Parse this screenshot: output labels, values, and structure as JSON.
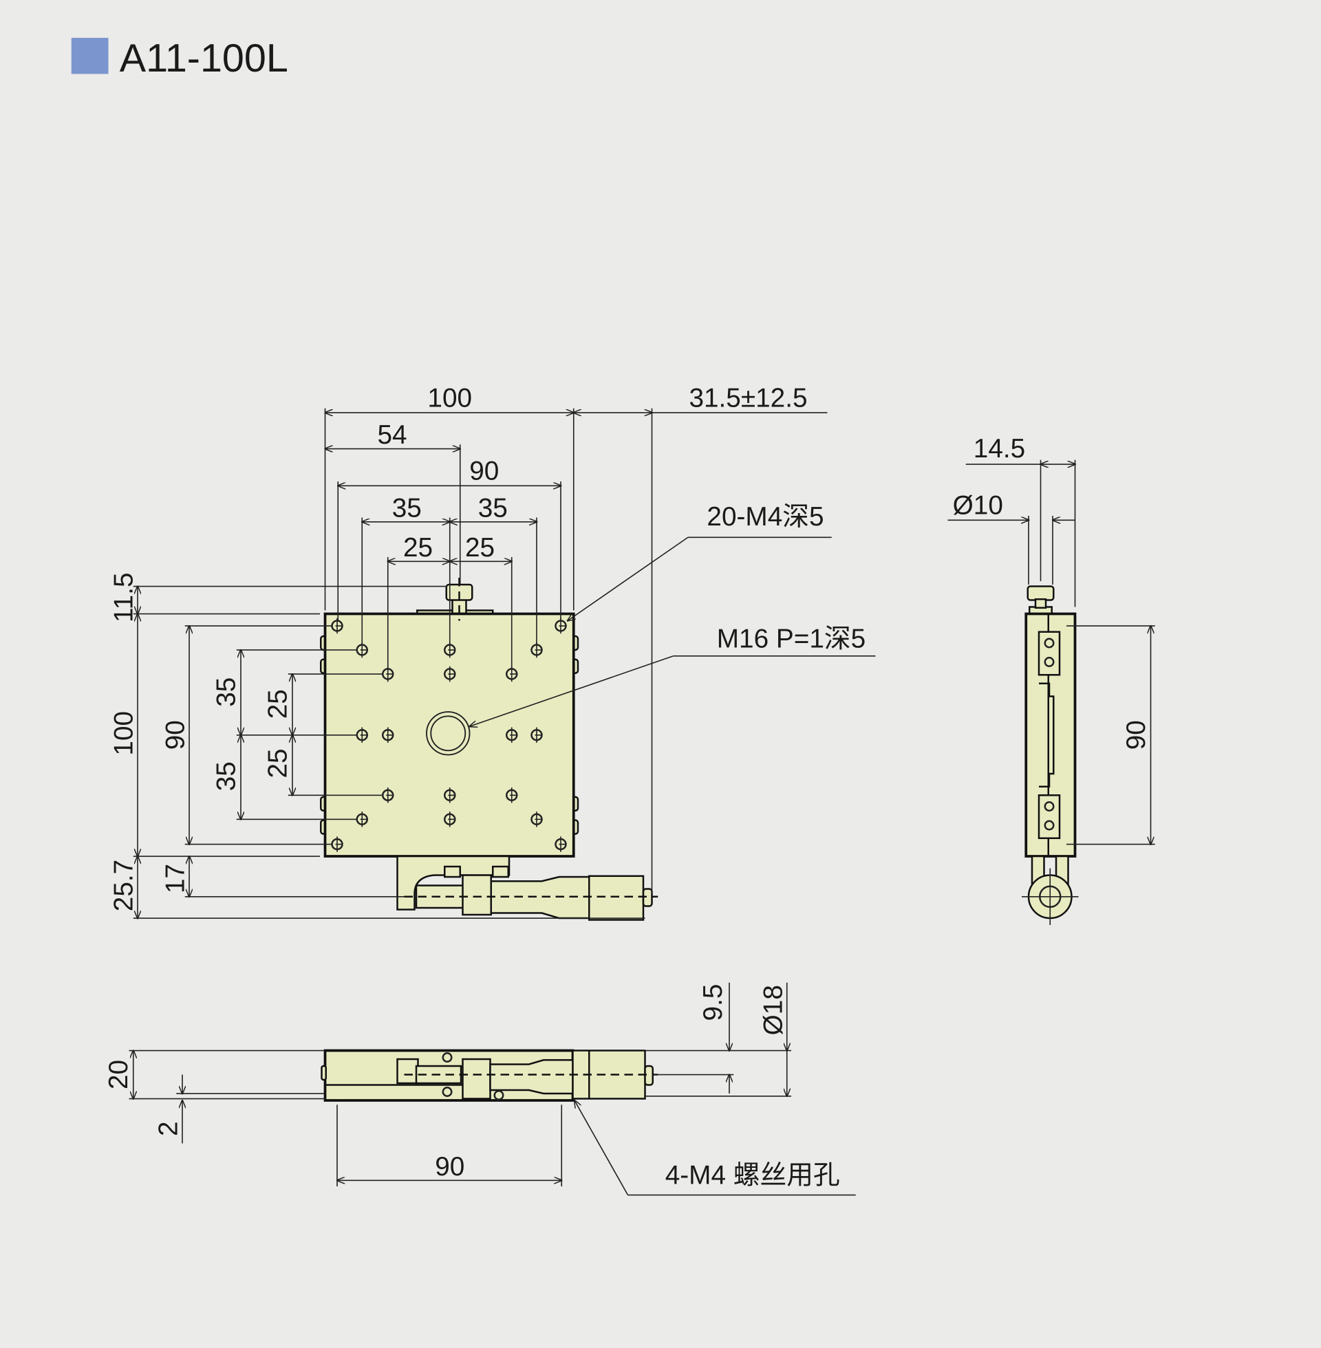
{
  "title": {
    "text": "A11-100L",
    "marker_color": "#7b95cf"
  },
  "colors": {
    "body_fill": "#e8ebc0",
    "background": "#ebebe9",
    "line": "#111111"
  },
  "top_view": {
    "dims_horizontal": {
      "width_100": "100",
      "travel": "31.5±12.5",
      "d54": "54",
      "d90": "90",
      "d35_left": "35",
      "d35_right": "35",
      "d25_left": "25",
      "d25_right": "25"
    },
    "dims_vertical": {
      "d11_5": "11.5",
      "d100": "100",
      "d25_7": "25.7",
      "d90": "90",
      "d17": "17",
      "d35_top": "35",
      "d35_bottom": "35",
      "d25_top": "25",
      "d25_bottom": "25"
    },
    "callouts": {
      "tapped_holes": "20-M4深5",
      "center_thread": "M16 P=1深5"
    }
  },
  "side_view": {
    "d14_5": "14.5",
    "dia10": "Ø10",
    "d90": "90"
  },
  "front_view": {
    "d20": "20",
    "d2": "2",
    "d90": "90",
    "d9_5": "9.5",
    "dia18": "Ø18",
    "mount_holes": "4-M4 螺丝用孔"
  }
}
